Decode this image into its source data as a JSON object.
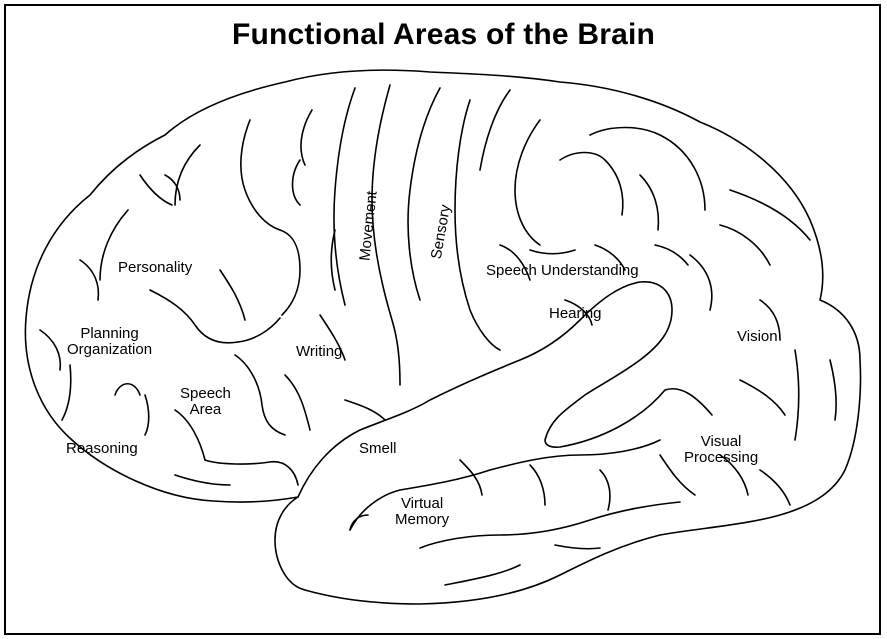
{
  "title": "Functional Areas of the Brain",
  "labels": {
    "personality": "Personality",
    "planning": "Planning",
    "organization": "Organization",
    "speech_area_1": "Speech",
    "speech_area_2": "Area",
    "reasoning": "Reasoning",
    "writing": "Writing",
    "movement": "Movement",
    "sensory": "Sensory",
    "speech_understanding": "Speech Understanding",
    "hearing": "Hearing",
    "vision": "Vision",
    "smell": "Smell",
    "virtual_memory_1": "Virtual",
    "virtual_memory_2": "Memory",
    "visual_processing_1": "Visual",
    "visual_processing_2": "Processing"
  },
  "colors": {
    "line": "#000000",
    "fill": "#ffffff"
  }
}
